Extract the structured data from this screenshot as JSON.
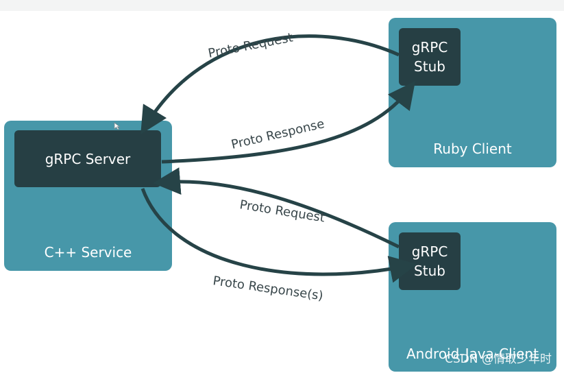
{
  "server_panel": {
    "label": "C++ Service",
    "inner_label": "gRPC Server"
  },
  "ruby_panel": {
    "label": "Ruby Client",
    "stub_label_line1": "gRPC",
    "stub_label_line2": "Stub"
  },
  "android_panel": {
    "label": "Android-Java-Client",
    "stub_label_line1": "gRPC",
    "stub_label_line2": "Stub"
  },
  "arrows": {
    "ruby_request": "Proto Request",
    "ruby_response": "Proto Response",
    "android_request": "Proto Request",
    "android_response": "Proto Response(s)"
  },
  "watermark": "CSDN @情取少年时",
  "colors": {
    "panel": "#4797a9",
    "inner": "#263f44",
    "arrow": "#264347",
    "label": "#38464a"
  }
}
